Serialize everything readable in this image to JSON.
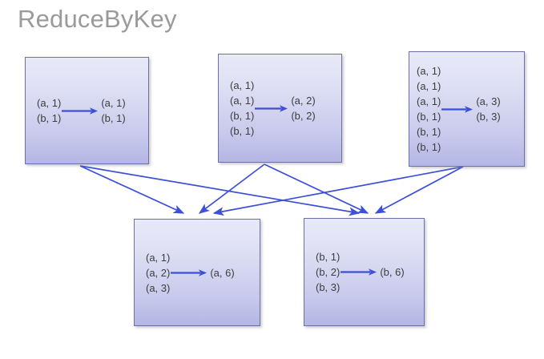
{
  "title": "ReduceByKey",
  "colors": {
    "title_text": "#9a9a9a",
    "box_border": "#6e6fa8",
    "box_fill_top": "#e8e9f7",
    "box_fill_bottom": "#b4b6e4",
    "arrow": "#3b4fd8",
    "text": "#3d3d3d"
  },
  "diagram": {
    "type": "dataflow",
    "partitions": [
      {
        "id": "partition-1",
        "inputs": [
          "(a, 1)",
          "(b, 1)"
        ],
        "outputs": [
          "(a, 1)",
          "(b, 1)"
        ]
      },
      {
        "id": "partition-2",
        "inputs": [
          "(a, 1)",
          "(a, 1)",
          "(b, 1)",
          "(b, 1)"
        ],
        "outputs": [
          "(a, 2)",
          "(b, 2)"
        ]
      },
      {
        "id": "partition-3",
        "inputs": [
          "(a, 1)",
          "(a, 1)",
          "(a, 1)",
          "(b, 1)",
          "(b, 1)",
          "(b, 1)"
        ],
        "outputs": [
          "(a, 3)",
          "(b, 3)"
        ]
      }
    ],
    "reducers": [
      {
        "id": "reducer-a",
        "inputs": [
          "(a, 1)",
          "(a, 2)",
          "(a, 3)"
        ],
        "outputs": [
          "(a, 6)"
        ]
      },
      {
        "id": "reducer-b",
        "inputs": [
          "(b, 1)",
          "(b, 2)",
          "(b, 3)"
        ],
        "outputs": [
          "(b, 6)"
        ]
      }
    ]
  }
}
